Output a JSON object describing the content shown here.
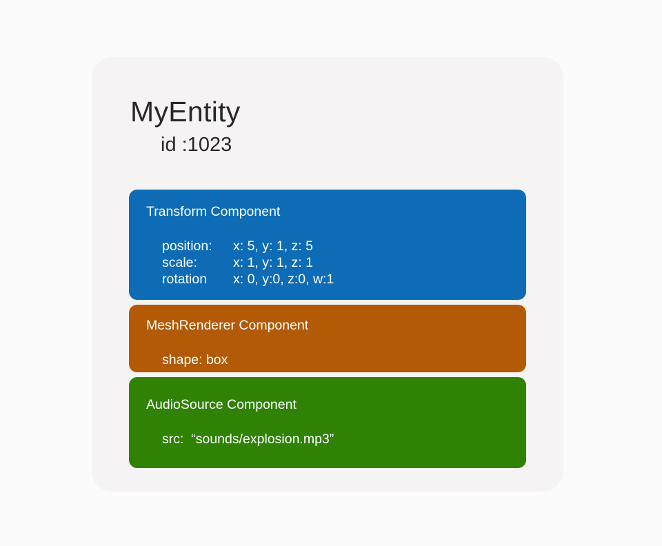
{
  "entity": {
    "title": "MyEntity",
    "id": "id :1023"
  },
  "components": [
    {
      "name": "Transform Component",
      "color": "#0d6cb5",
      "rows": [
        {
          "label": "position:",
          "value": "x: 5, y: 1, z: 5"
        },
        {
          "label": "scale:",
          "value": "x: 1, y: 1, z: 1"
        },
        {
          "label": "rotation",
          "value": "x: 0, y:0, z:0, w:1"
        }
      ]
    },
    {
      "name": "MeshRenderer Component",
      "color": "#b25a06",
      "rows": [
        {
          "text": "shape: box"
        }
      ]
    },
    {
      "name": "AudioSource Component",
      "color": "#2f8204",
      "rows": [
        {
          "text": "src:  “sounds/explosion.mp3”"
        }
      ]
    }
  ],
  "colors": {
    "page_background": "#fcfbfc",
    "card_background": "#f5f3f4",
    "transform_blue": "#0d6cb5",
    "mesh_orange": "#b25a06",
    "audio_green": "#2f8204",
    "component_text": "#ffffff",
    "title_text": "#27272b"
  }
}
